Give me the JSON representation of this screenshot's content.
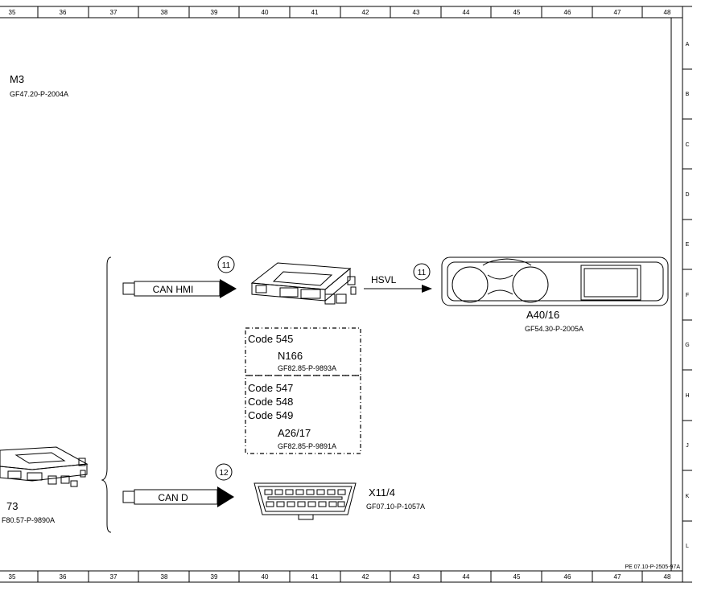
{
  "ruler": {
    "columns": [
      "35",
      "36",
      "37",
      "38",
      "39",
      "40",
      "41",
      "42",
      "43",
      "44",
      "45",
      "46",
      "47",
      "48"
    ],
    "rows": [
      "A",
      "B",
      "C",
      "D",
      "E",
      "F",
      "G",
      "H",
      "J",
      "K",
      "L"
    ]
  },
  "doc_ref": "PE 07.10-P-2505-97A",
  "components": {
    "m3": {
      "code": "M3",
      "ref": "GF47.20-P-2004A"
    },
    "left_module": {
      "code": "73",
      "ref": "F80.57-P-9890A"
    },
    "n166": {
      "option": "Code 545",
      "code": "N166",
      "ref": "GF82.85-P-9893A"
    },
    "a26": {
      "options": [
        "Code 547",
        "Code 548",
        "Code 549"
      ],
      "code": "A26/17",
      "ref": "GF82.85-P-9891A"
    },
    "a40": {
      "code": "A40/16",
      "ref": "GF54.30-P-2005A"
    },
    "x11": {
      "code": "X11/4",
      "ref": "GF07.10-P-1057A"
    }
  },
  "connections": {
    "can_hmi": {
      "label": "CAN HMI",
      "marker": "11"
    },
    "hsvl": {
      "label": "HSVL",
      "marker": "11"
    },
    "can_d": {
      "label": "CAN D",
      "marker": "12"
    }
  }
}
